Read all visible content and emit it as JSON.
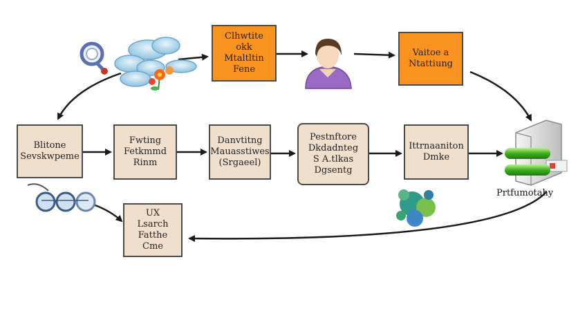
{
  "boxes": {
    "top_left": [
      "Clhwtite",
      "okk",
      "Mtaltltin",
      "Fene"
    ],
    "top_right": [
      "Vaitoe a",
      "Ntattiung"
    ],
    "row1": [
      "Blitone",
      "Sevskwpeme"
    ],
    "row2": [
      "Fwting",
      "Fetkmmd",
      "Rinm"
    ],
    "row3": [
      "Danvtitng",
      "Mauasstiwes",
      "(Srgaeel)"
    ],
    "row4": [
      "Pestnftore",
      "Dkdadnteg",
      "S A.tlkas",
      "Dgsentg"
    ],
    "row5": [
      "Ittrnaaniton",
      "Dmke"
    ],
    "bottom": [
      "UX",
      "Lsarch",
      "Fatthe",
      "Cme"
    ]
  },
  "server_label": "Prtfumotahy",
  "colors": {
    "tan_box": "#efdfcc",
    "orange_box": "#f7931e",
    "arrow": "#1a1a1a"
  }
}
